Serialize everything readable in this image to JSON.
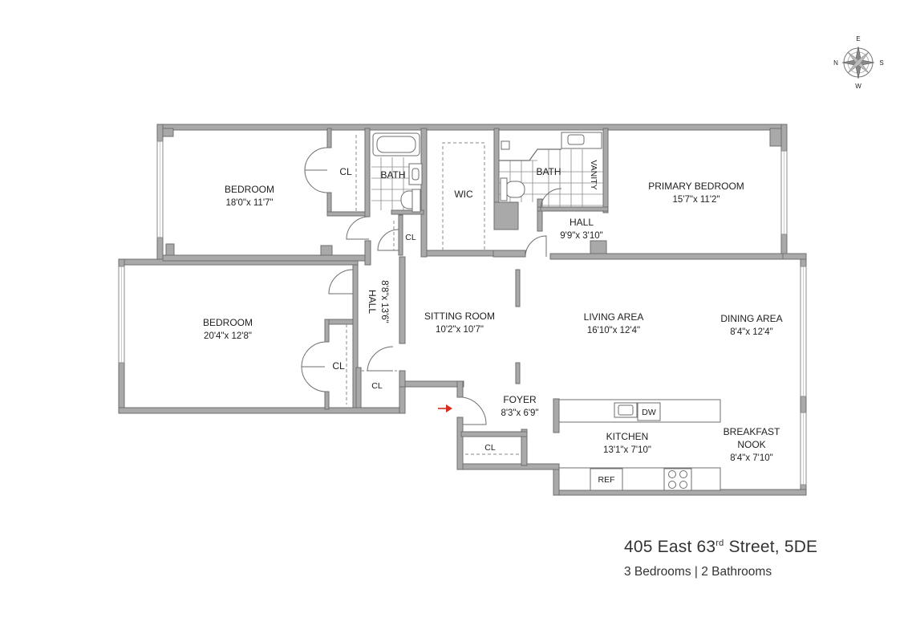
{
  "compass": {
    "north": "N",
    "east": "E",
    "south": "S",
    "west": "W"
  },
  "rooms": {
    "bedroom_1": {
      "name": "BEDROOM",
      "size": "18'0\"x 11'7\""
    },
    "bedroom_1_closet": {
      "name": "CL"
    },
    "bath_1": {
      "name": "BATH"
    },
    "hall_closet": {
      "name": "CL"
    },
    "wic": {
      "name": "WIC"
    },
    "bath_2": {
      "name": "BATH"
    },
    "vanity": {
      "name": "VANITY"
    },
    "primary_bedroom": {
      "name": "PRIMARY BEDROOM",
      "size": "15'7\"x 11'2\""
    },
    "hall_upper": {
      "name": "HALL",
      "size": "9'9\"x 3'10\""
    },
    "hall_vertical": {
      "name": "HALL",
      "size": "8'8\"x 13'6\""
    },
    "bedroom_2": {
      "name": "BEDROOM",
      "size": "20'4\"x 12'8\""
    },
    "bedroom_2_closet": {
      "name": "CL"
    },
    "lower_closet": {
      "name": "CL"
    },
    "sitting_room": {
      "name": "SITTING ROOM",
      "size": "10'2\"x 10'7\""
    },
    "living_area": {
      "name": "LIVING AREA",
      "size": "16'10\"x 12'4\""
    },
    "dining_area": {
      "name": "DINING AREA",
      "size": "8'4\"x 12'4\""
    },
    "foyer": {
      "name": "FOYER",
      "size": "8'3\"x 6'9\""
    },
    "foyer_closet": {
      "name": "CL"
    },
    "kitchen": {
      "name": "KITCHEN",
      "size": "13'1\"x 7'10\""
    },
    "breakfast_nook": {
      "name_line1": "BREAKFAST",
      "name_line2": "NOOK",
      "size": "8'4\"x 7'10\""
    }
  },
  "appliances": {
    "dishwasher": "DW",
    "refrigerator": "REF"
  },
  "colors": {
    "wall_fill": "#a9a9a9",
    "wall_stroke": "#6e6e6e",
    "entry_arrow": "#d62b1f"
  },
  "caption": {
    "address_main": "405 East 63",
    "address_superscript": "rd",
    "address_rest": " Street, 5DE",
    "summary": "3 Bedrooms | 2 Bathrooms"
  }
}
